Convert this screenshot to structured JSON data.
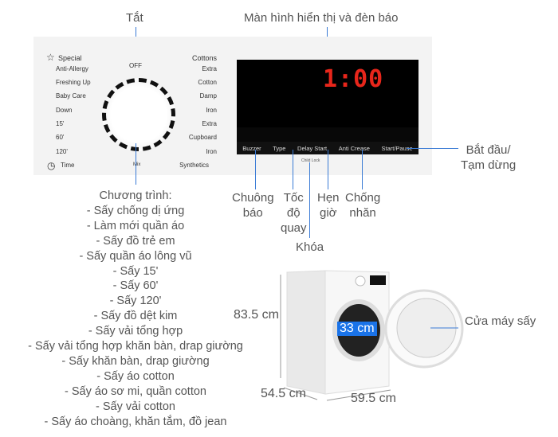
{
  "callouts": {
    "off": "Tắt",
    "display": "Màn hình hiển thị và đèn báo",
    "start_pause": [
      "Bắt đầu/",
      "Tạm dừng"
    ],
    "buzzer": [
      "Chuông",
      "báo"
    ],
    "spin": [
      "Tốc",
      "độ",
      "quay"
    ],
    "delay": [
      "Hẹn",
      "giờ"
    ],
    "anti_crease": [
      "Chống",
      "nhăn"
    ],
    "lock": "Khóa",
    "door": "Cửa máy sấy"
  },
  "panel": {
    "left": [
      "Special",
      "Anti-Allergy",
      "Freshing Up",
      "Baby Care",
      "Down",
      "15'",
      "60'",
      "120'",
      "Time"
    ],
    "right": [
      "Cottons",
      "Extra",
      "Cotton",
      "Damp",
      "Iron",
      "Extra",
      "Cupboard",
      "Iron",
      "Synthetics"
    ],
    "off": "OFF",
    "mix": "Mix",
    "time_display": "1:00",
    "child_lock": "Child Lock",
    "buttons": [
      "Buzzer",
      "Type",
      "Delay Start",
      "Anti Crease",
      "Start/Pause"
    ],
    "display_color": "#e8261b"
  },
  "programs": {
    "title": "Chương trình:",
    "items": [
      "- Sấy chống dị ứng",
      "- Làm mới quần áo",
      "- Sấy đồ trẻ em",
      "- Sấy quần áo lông vũ",
      "- Sấy 15'",
      "- Sấy 60'",
      "- Sấy 120'",
      "- Sấy đồ dệt kim",
      "- Sấy vải tổng hợp",
      "- Sấy vải tổng hợp khăn bàn, drap giường",
      "- Sấy khăn bàn, drap giường",
      "- Sấy áo cotton",
      "- Sấy áo sơ mi, quần cotton",
      "- Sấy vải cotton",
      "- Sấy áo choàng, khăn tắm, đồ jean"
    ]
  },
  "dimensions": {
    "height": "83.5 cm",
    "depth": "54.5 cm",
    "width": "59.5 cm",
    "door_diameter": "33 cm"
  }
}
